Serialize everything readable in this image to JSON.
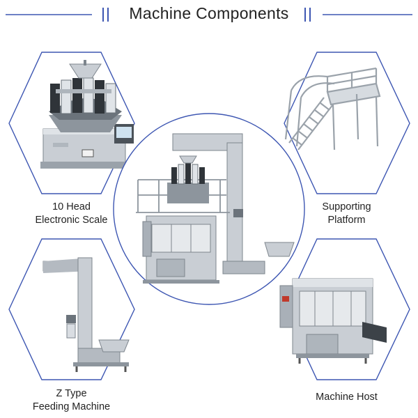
{
  "header": {
    "title": "Machine Components"
  },
  "components": {
    "scale": {
      "line1": "10 Head",
      "line2": "Electronic Scale"
    },
    "platform": {
      "line1": "Supporting",
      "line2": "Platform"
    },
    "feeder": {
      "line1": "Z Type",
      "line2": "Feeding Machine"
    },
    "host": {
      "line1": "Machine Host"
    }
  },
  "colors": {
    "accent": "#3d56b2",
    "steel_light": "#d9dde2",
    "steel_mid": "#a9b0b8",
    "steel_dark": "#5f676f"
  }
}
